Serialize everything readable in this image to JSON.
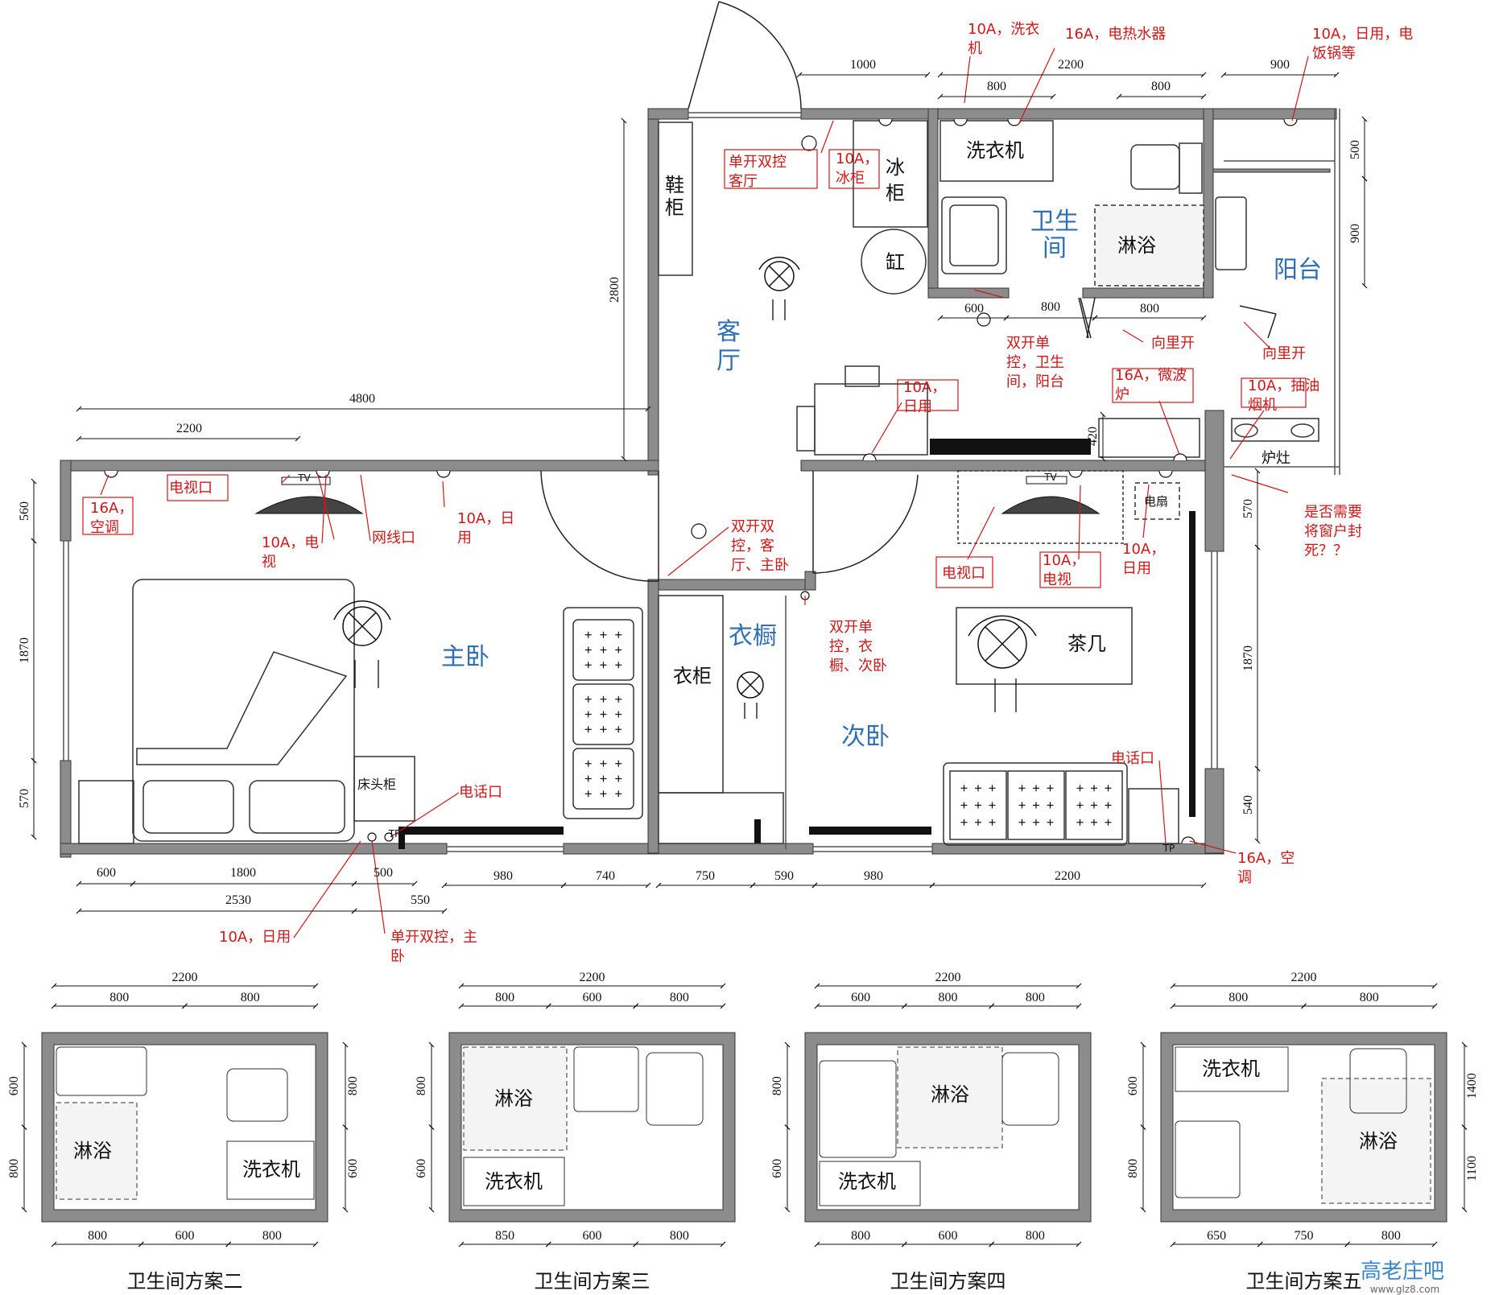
{
  "colors": {
    "wall": "#8c8c8c",
    "note": "#d01818",
    "room": "#2f6fb5",
    "line": "#111111"
  },
  "rooms": {
    "living": [
      "客",
      "厅"
    ],
    "master_bedroom": "主卧",
    "second_bedroom": "次卧",
    "wardrobe_room": "衣橱",
    "bathroom": [
      "卫生",
      "间"
    ],
    "balcony": "阳台"
  },
  "fixtures": {
    "shoe_cabinet": [
      "鞋",
      "柜"
    ],
    "freezer": [
      "冰",
      "柜"
    ],
    "vat": "缸",
    "washing_machine": "洗衣机",
    "shower": "淋浴",
    "wardrobe": "衣柜",
    "tea_table": "茶几",
    "bedside_cabinet": "床头柜",
    "stove": "炉灶",
    "electric_fan": "电扇",
    "tv_mark": "TV",
    "tp_mark": "TP"
  },
  "notes": [
    [
      "10A，洗衣",
      "机"
    ],
    [
      "16A，电热水器"
    ],
    [
      "10A，日用，电",
      "饭锅等"
    ],
    [
      "单开双控",
      "客厅"
    ],
    [
      "10A，",
      "冰柜"
    ],
    [
      "双开单",
      "控，卫生",
      "间，阳台"
    ],
    [
      "向里开"
    ],
    [
      "向里开"
    ],
    [
      "10A，",
      "日用"
    ],
    [
      "16A，微波",
      "炉"
    ],
    [
      "10A，抽油",
      "烟机"
    ],
    [
      "16A，",
      "空调"
    ],
    [
      "电视口"
    ],
    [
      "10A，电",
      "视"
    ],
    [
      "网线口"
    ],
    [
      "10A，日",
      "用"
    ],
    [
      "双开双",
      "控，客",
      "厅、主卧"
    ],
    [
      "是否需要",
      "将窗户封",
      "死？？"
    ],
    [
      "电视口"
    ],
    [
      "10A，",
      "电视"
    ],
    [
      "10A，",
      "日用"
    ],
    [
      "双开单",
      "控，衣",
      "橱、次卧"
    ],
    [
      "电话口"
    ],
    [
      "电话口"
    ],
    [
      "16A，空",
      "调"
    ],
    [
      "10A，日用"
    ],
    [
      "单开双控，主",
      "卧"
    ]
  ],
  "dimensions": {
    "top": [
      "1000",
      "2200",
      "800",
      "800",
      "900"
    ],
    "bath_bottom": [
      "600",
      "800",
      "800"
    ],
    "balcony_right": [
      "500",
      "900"
    ],
    "living_left": "2800",
    "master_top": [
      "4800",
      "2200"
    ],
    "master_left": [
      "560",
      "1870",
      "570"
    ],
    "second_right": [
      "570",
      "1870",
      "540"
    ],
    "bottom_row1": [
      "600",
      "1800",
      "500",
      "980",
      "740",
      "750",
      "590",
      "980",
      "2200"
    ],
    "bottom_row2": [
      "2530",
      "550"
    ],
    "kitchen_counter": "420"
  },
  "bath_options": [
    {
      "caption": "卫生间方案二",
      "top_total": "2200",
      "top": [
        "800",
        "800"
      ],
      "bottom": [
        "800",
        "600",
        "800"
      ],
      "left": [
        "600",
        "800"
      ],
      "right": [
        "800",
        "600"
      ],
      "labels": [
        "淋浴",
        "洗衣机"
      ]
    },
    {
      "caption": "卫生间方案三",
      "top_total": "2200",
      "top": [
        "800",
        "600",
        "800"
      ],
      "bottom": [
        "850",
        "600",
        "800"
      ],
      "left": [
        "800",
        "600"
      ],
      "right": [],
      "labels": [
        "淋浴",
        "洗衣机"
      ]
    },
    {
      "caption": "卫生间方案四",
      "top_total": "2200",
      "top": [
        "600",
        "800",
        "800"
      ],
      "bottom": [
        "800",
        "600",
        "800"
      ],
      "left": [
        "800",
        "600"
      ],
      "right": [],
      "labels": [
        "淋浴",
        "洗衣机"
      ]
    },
    {
      "caption": "卫生间方案五",
      "top_total": "2200",
      "top": [
        "800",
        "800"
      ],
      "bottom": [
        "650",
        "750",
        "800"
      ],
      "left": [
        "600",
        "800"
      ],
      "right": [
        "1400",
        "1100"
      ],
      "labels": [
        "洗衣机",
        "淋浴"
      ]
    }
  ],
  "watermark": {
    "text": "高老庄吧",
    "url": "www.glz8.com"
  }
}
